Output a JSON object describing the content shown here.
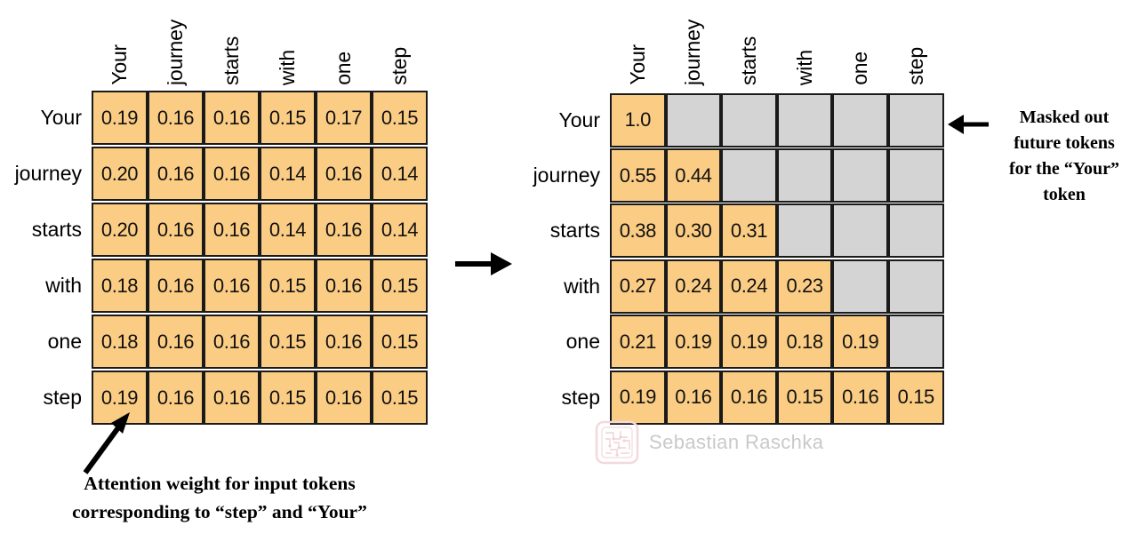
{
  "chart_data": {
    "type": "heatmap",
    "title": "",
    "panels": [
      {
        "name": "unmasked-attention-weights",
        "row_labels": [
          "Your",
          "journey",
          "starts",
          "with",
          "one",
          "step"
        ],
        "col_labels": [
          "Your",
          "journey",
          "starts",
          "with",
          "one",
          "step"
        ],
        "values": [
          [
            "0.19",
            "0.16",
            "0.16",
            "0.15",
            "0.17",
            "0.15"
          ],
          [
            "0.20",
            "0.16",
            "0.16",
            "0.14",
            "0.16",
            "0.14"
          ],
          [
            "0.20",
            "0.16",
            "0.16",
            "0.14",
            "0.16",
            "0.14"
          ],
          [
            "0.18",
            "0.16",
            "0.16",
            "0.15",
            "0.16",
            "0.15"
          ],
          [
            "0.18",
            "0.16",
            "0.16",
            "0.15",
            "0.16",
            "0.15"
          ],
          [
            "0.19",
            "0.16",
            "0.16",
            "0.15",
            "0.16",
            "0.15"
          ]
        ],
        "masked": [
          [
            false,
            false,
            false,
            false,
            false,
            false
          ],
          [
            false,
            false,
            false,
            false,
            false,
            false
          ],
          [
            false,
            false,
            false,
            false,
            false,
            false
          ],
          [
            false,
            false,
            false,
            false,
            false,
            false
          ],
          [
            false,
            false,
            false,
            false,
            false,
            false
          ],
          [
            false,
            false,
            false,
            false,
            false,
            false
          ]
        ]
      },
      {
        "name": "causal-masked-attention-weights",
        "row_labels": [
          "Your",
          "journey",
          "starts",
          "with",
          "one",
          "step"
        ],
        "col_labels": [
          "Your",
          "journey",
          "starts",
          "with",
          "one",
          "step"
        ],
        "values": [
          [
            "1.0",
            "",
            "",
            "",
            "",
            ""
          ],
          [
            "0.55",
            "0.44",
            "",
            "",
            "",
            ""
          ],
          [
            "0.38",
            "0.30",
            "0.31",
            "",
            "",
            ""
          ],
          [
            "0.27",
            "0.24",
            "0.24",
            "0.23",
            "",
            ""
          ],
          [
            "0.21",
            "0.19",
            "0.19",
            "0.18",
            "0.19",
            ""
          ],
          [
            "0.19",
            "0.16",
            "0.16",
            "0.15",
            "0.16",
            "0.15"
          ]
        ],
        "masked": [
          [
            false,
            true,
            true,
            true,
            true,
            true
          ],
          [
            false,
            false,
            true,
            true,
            true,
            true
          ],
          [
            false,
            false,
            false,
            true,
            true,
            true
          ],
          [
            false,
            false,
            false,
            false,
            true,
            true
          ],
          [
            false,
            false,
            false,
            false,
            false,
            true
          ],
          [
            false,
            false,
            false,
            false,
            false,
            false
          ]
        ]
      }
    ],
    "colors": {
      "filled": "#fbcd84",
      "masked": "#d4d4d4",
      "border": "#1a1a1a",
      "text": "#111111",
      "watermark": "#c9c9c9"
    }
  },
  "annotations": {
    "mask_callout": {
      "lines": [
        "Masked out",
        "future tokens",
        "for the “Your”",
        "token"
      ],
      "arrow": "left-arrow-icon"
    },
    "bottom_callout": {
      "lines": [
        "Attention weight for input tokens",
        "corresponding to “step” and “Your”"
      ],
      "arrow": "up-right-arrow-icon"
    },
    "transform_arrow": "right-arrow-icon"
  },
  "watermark": {
    "text": "Sebastian Raschka",
    "logo": "circuit-logo-icon"
  }
}
